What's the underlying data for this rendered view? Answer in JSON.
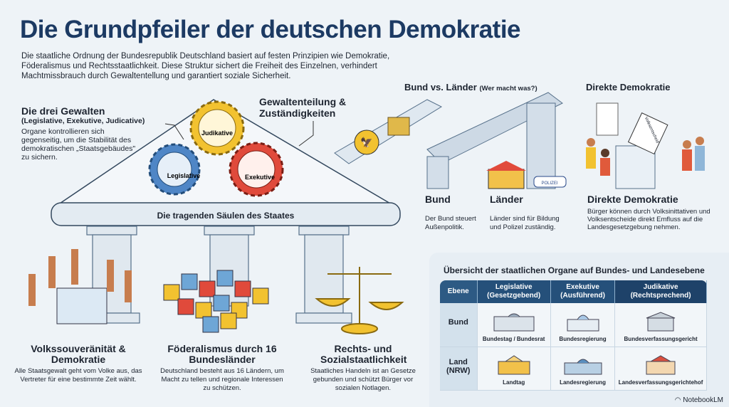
{
  "title": "Die Grundpfeiler der deutschen Demokratie",
  "intro": "Die staatliche Ordnung der Bundesrepublik Deutschland basiert auf festen Prinzipien wie Demokratie, Föderalismus und Rechtsstaatlichkeit. Diese Struktur sichert die Freiheit des Einzelnen, verhindert Machtmissbrauch durch Gewaltentellung und garantiert soziale Sicherheit.",
  "gewalten": {
    "heading": "Die drei Gewalten",
    "subheading": "(Legislative, Exekutive, Judicative)",
    "text": "Organe kontrollieren sich gegenseitig, um die Stabilität des demokratischen „Staatsgebäudes\" zu sichern.",
    "gears": [
      "Judikative",
      "Legislative",
      "Exekutive"
    ]
  },
  "gewaltenteilung": "Gewaltenteilung & Zuständigkeiten",
  "roof_label": "Die tragenden Säulen des Staates",
  "bund_laender": {
    "heading": "Bund vs. Länder",
    "subheading": "(Wer macht was?)",
    "bund_title": "Bund",
    "bund_text": "Der Bund steuert Außenpolitik.",
    "laender_title": "Länder",
    "laender_text": "Länder sind für Bildung und Polizel zuständig.",
    "police_label": "POLIZEI"
  },
  "direkte": {
    "heading": "Direkte Demokratie",
    "title": "Direkte Demokratie",
    "text": "Bürger können durch Volksinittativen und Volksentscheide direkt Emfluss auf die Landesgesetzgebung nehmen.",
    "ballot_label": "Volksentscheid"
  },
  "pillars": [
    {
      "title": "Volkssouveränität & Demokratie",
      "text": "Alle Staatsgewalt geht vom Volke aus, das Vertreter für eine bestimmte Zeit wählt."
    },
    {
      "title": "Föderalismus durch 16 Bundesländer",
      "text": "Deutschland besteht aus 16 Ländern, um Macht zu tellen und regionale Interessen zu schützen."
    },
    {
      "title": "Rechts- und Sozialstaatlichkeit",
      "text": "Staatliches Handeln ist an Gesetze gebunden und schützt Bürger vor sozialen Notlagen."
    }
  ],
  "table": {
    "title": "Übersicht der staatlichen Organe auf Bundes- und Landesebene",
    "headers": [
      "Ebene",
      "Legislative (Gesetzgebend)",
      "Exekutive (Ausführend)",
      "Judikative (Rechtsprechend)"
    ],
    "rows": [
      {
        "level": "Bund",
        "cells": [
          "Bundestag / Bundesrat",
          "Bundesregierung",
          "Bundesverfassungsgericht"
        ]
      },
      {
        "level": "Land (NRW)",
        "cells": [
          "Landtag",
          "Landesregierung",
          "Landesverfassungsgerichtehof"
        ]
      }
    ]
  },
  "brand": "NotebookLM"
}
